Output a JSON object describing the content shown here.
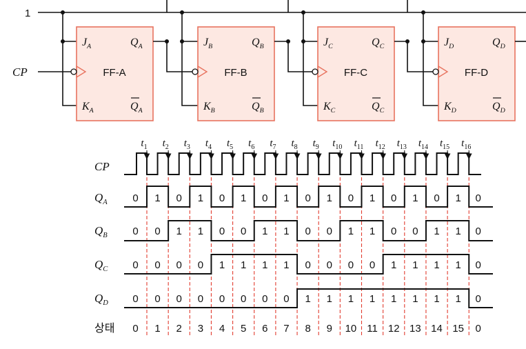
{
  "circuit": {
    "input_one": "1",
    "clock_label": "CP",
    "flipflops": [
      {
        "name": "FF-A",
        "j": "J",
        "k": "K",
        "q": "Q",
        "qbar": "Q",
        "sub": "A"
      },
      {
        "name": "FF-B",
        "j": "J",
        "k": "K",
        "q": "Q",
        "qbar": "Q",
        "sub": "B"
      },
      {
        "name": "FF-C",
        "j": "J",
        "k": "K",
        "q": "Q",
        "qbar": "Q",
        "sub": "C"
      },
      {
        "name": "FF-D",
        "j": "J",
        "k": "K",
        "q": "Q",
        "qbar": "Q",
        "sub": "D"
      }
    ],
    "colors": {
      "box_fill": "#fde8e2",
      "box_stroke": "#e8735f",
      "wire": "#111111",
      "dashed": "#e23b2e"
    }
  },
  "timing": {
    "time_letter": "t",
    "time_indices": [
      "1",
      "2",
      "3",
      "4",
      "5",
      "6",
      "7",
      "8",
      "9",
      "10",
      "11",
      "12",
      "13",
      "14",
      "15",
      "16"
    ],
    "signals": [
      {
        "label": "CP",
        "sub": ""
      },
      {
        "label": "Q",
        "sub": "A"
      },
      {
        "label": "Q",
        "sub": "B"
      },
      {
        "label": "Q",
        "sub": "C"
      },
      {
        "label": "Q",
        "sub": "D"
      }
    ],
    "qa_values": [
      "0",
      "1",
      "0",
      "1",
      "0",
      "1",
      "0",
      "1",
      "0",
      "1",
      "0",
      "1",
      "0",
      "1",
      "0",
      "1",
      "0"
    ],
    "qb_values": [
      "0",
      "0",
      "1",
      "1",
      "0",
      "0",
      "1",
      "1",
      "0",
      "0",
      "1",
      "1",
      "0",
      "0",
      "1",
      "1",
      "0"
    ],
    "qc_values": [
      "0",
      "0",
      "0",
      "0",
      "1",
      "1",
      "1",
      "1",
      "0",
      "0",
      "0",
      "0",
      "1",
      "1",
      "1",
      "1",
      "0"
    ],
    "qd_values": [
      "0",
      "0",
      "0",
      "0",
      "0",
      "0",
      "0",
      "0",
      "1",
      "1",
      "1",
      "1",
      "1",
      "1",
      "1",
      "1",
      "0"
    ],
    "state_label": "상태",
    "states": [
      "0",
      "1",
      "2",
      "3",
      "4",
      "5",
      "6",
      "7",
      "8",
      "9",
      "10",
      "11",
      "12",
      "13",
      "14",
      "15",
      "0"
    ]
  }
}
